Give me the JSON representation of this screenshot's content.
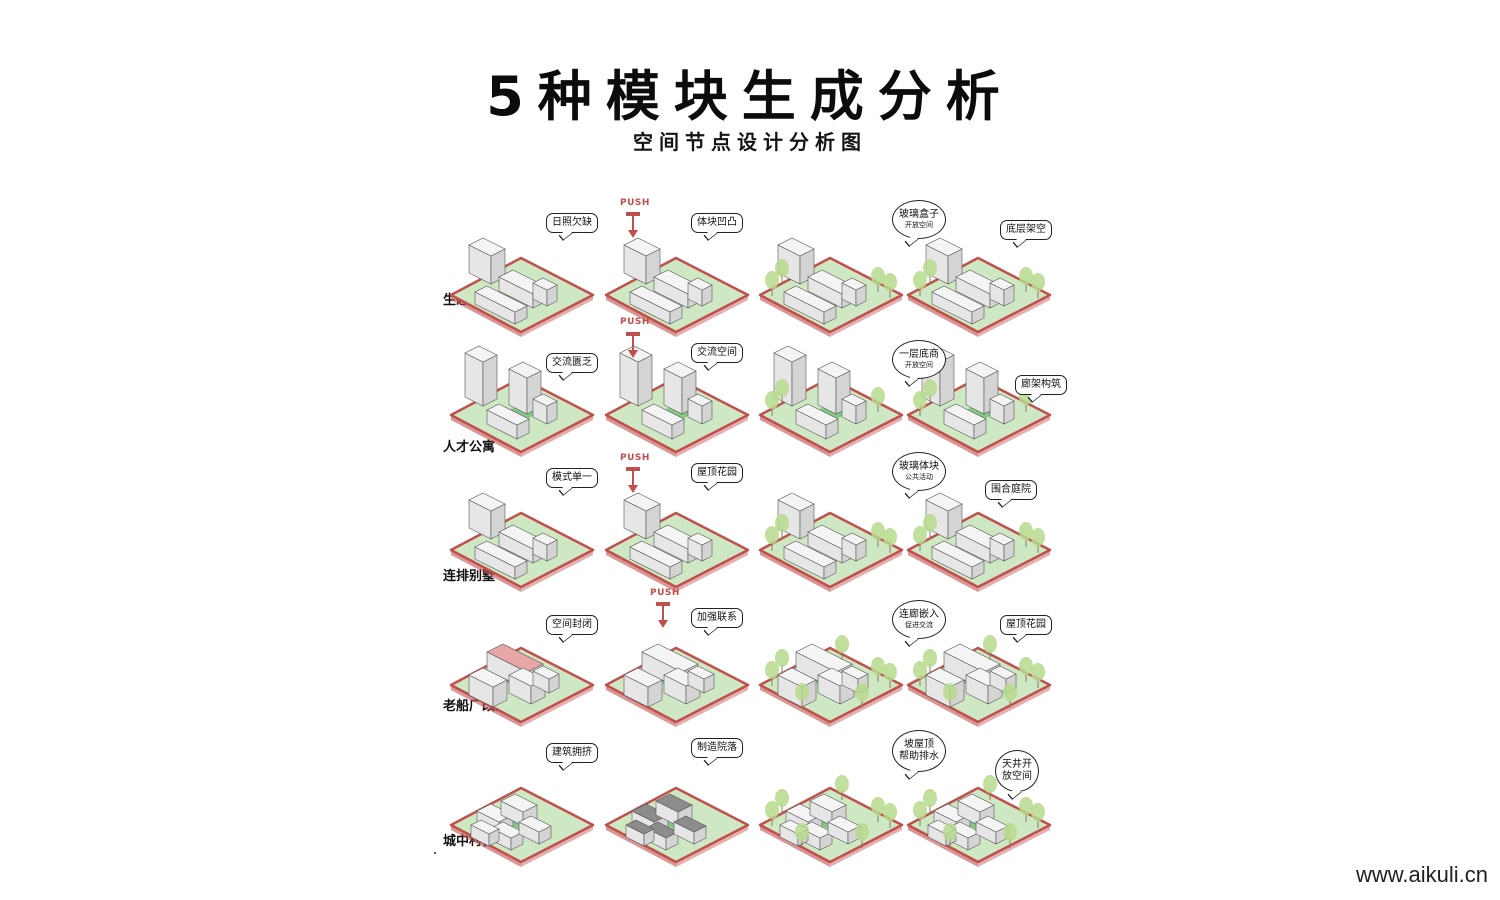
{
  "title": "5种模块生成分析",
  "subtitle": "空间节点设计分析图",
  "watermark": "www.aikuli.cn",
  "colors": {
    "ground": "#cfe8c4",
    "outline": "#c0504d",
    "building": "#f4f4f4",
    "edge": "#555555",
    "courtyard": "#6fbf73",
    "tree": "#b6d98c",
    "roof_red": "#e8a6a6",
    "roof_grey": "#8c8c8c"
  },
  "rows": [
    {
      "label": "生态居住",
      "panels": [
        {
          "bubbles": [
            {
              "text": "日照欠缺"
            }
          ]
        },
        {
          "push": "PUSH",
          "bubbles": [
            {
              "text": "体块凹凸"
            }
          ]
        },
        {
          "bubbles": []
        },
        {
          "bubbles": [
            {
              "text": "玻璃盒子",
              "sub": "开放空间"
            },
            {
              "text": "底层架空"
            }
          ]
        }
      ]
    },
    {
      "label": "人才公寓",
      "panels": [
        {
          "bubbles": [
            {
              "text": "交流匮乏"
            }
          ]
        },
        {
          "push": "PUSH",
          "bubbles": [
            {
              "text": "交流空间"
            }
          ]
        },
        {
          "bubbles": []
        },
        {
          "bubbles": [
            {
              "text": "一层底商",
              "sub": "开放空间"
            },
            {
              "text": "廊架构筑"
            }
          ]
        }
      ]
    },
    {
      "label": "连排别墅",
      "panels": [
        {
          "bubbles": [
            {
              "text": "模式单一"
            }
          ]
        },
        {
          "push": "PUSH",
          "bubbles": [
            {
              "text": "屋顶花园"
            }
          ]
        },
        {
          "bubbles": []
        },
        {
          "bubbles": [
            {
              "text": "玻璃体块",
              "sub": "公共活动"
            },
            {
              "text": "围合庭院"
            }
          ]
        }
      ]
    },
    {
      "label": "老船厂改造",
      "panels": [
        {
          "bubbles": [
            {
              "text": "空间封闭"
            }
          ]
        },
        {
          "push": "PUSH",
          "bubbles": [
            {
              "text": "加强联系"
            }
          ]
        },
        {
          "bubbles": []
        },
        {
          "bubbles": [
            {
              "text": "连廊嵌入",
              "sub": "促进交流"
            },
            {
              "text": "屋顶花园"
            }
          ]
        }
      ]
    },
    {
      "label": "城中村微改",
      "panels": [
        {
          "bubbles": [
            {
              "text": "建筑拥挤"
            }
          ]
        },
        {
          "bubbles": [
            {
              "text": "制造院落"
            }
          ]
        },
        {
          "bubbles": []
        },
        {
          "bubbles": [
            {
              "text": "坡屋顶",
              "sub2": "帮助排水"
            },
            {
              "text": "天井开",
              "sub2": "放空间"
            }
          ]
        }
      ]
    }
  ]
}
